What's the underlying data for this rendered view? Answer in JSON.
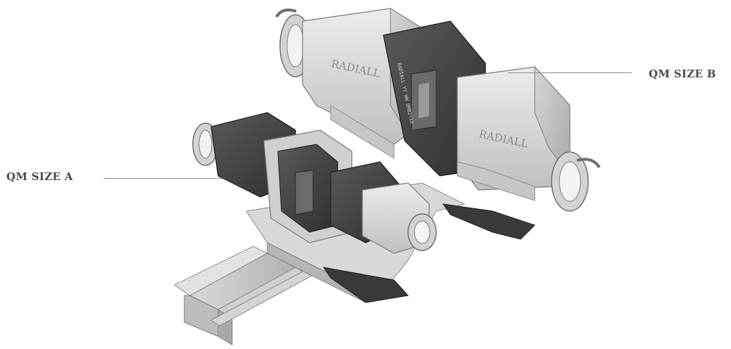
{
  "callouts": {
    "size_a": "QM SIZE A",
    "size_b": "QM SIZE B"
  },
  "product": {
    "brand_mark": "RADIALL",
    "small_print": "RADIALL YY WW QMB2YXX"
  },
  "colors": {
    "housing_light": "#dcdcdc",
    "housing_mid": "#bdbdbd",
    "housing_dark": "#8c8c8c",
    "module_dark": "#4a4a4a",
    "module_black": "#2e2e2e",
    "rail": "#c9c9c9",
    "callout_text": "#4a4a4a",
    "leader_line": "#8a8a8a"
  }
}
